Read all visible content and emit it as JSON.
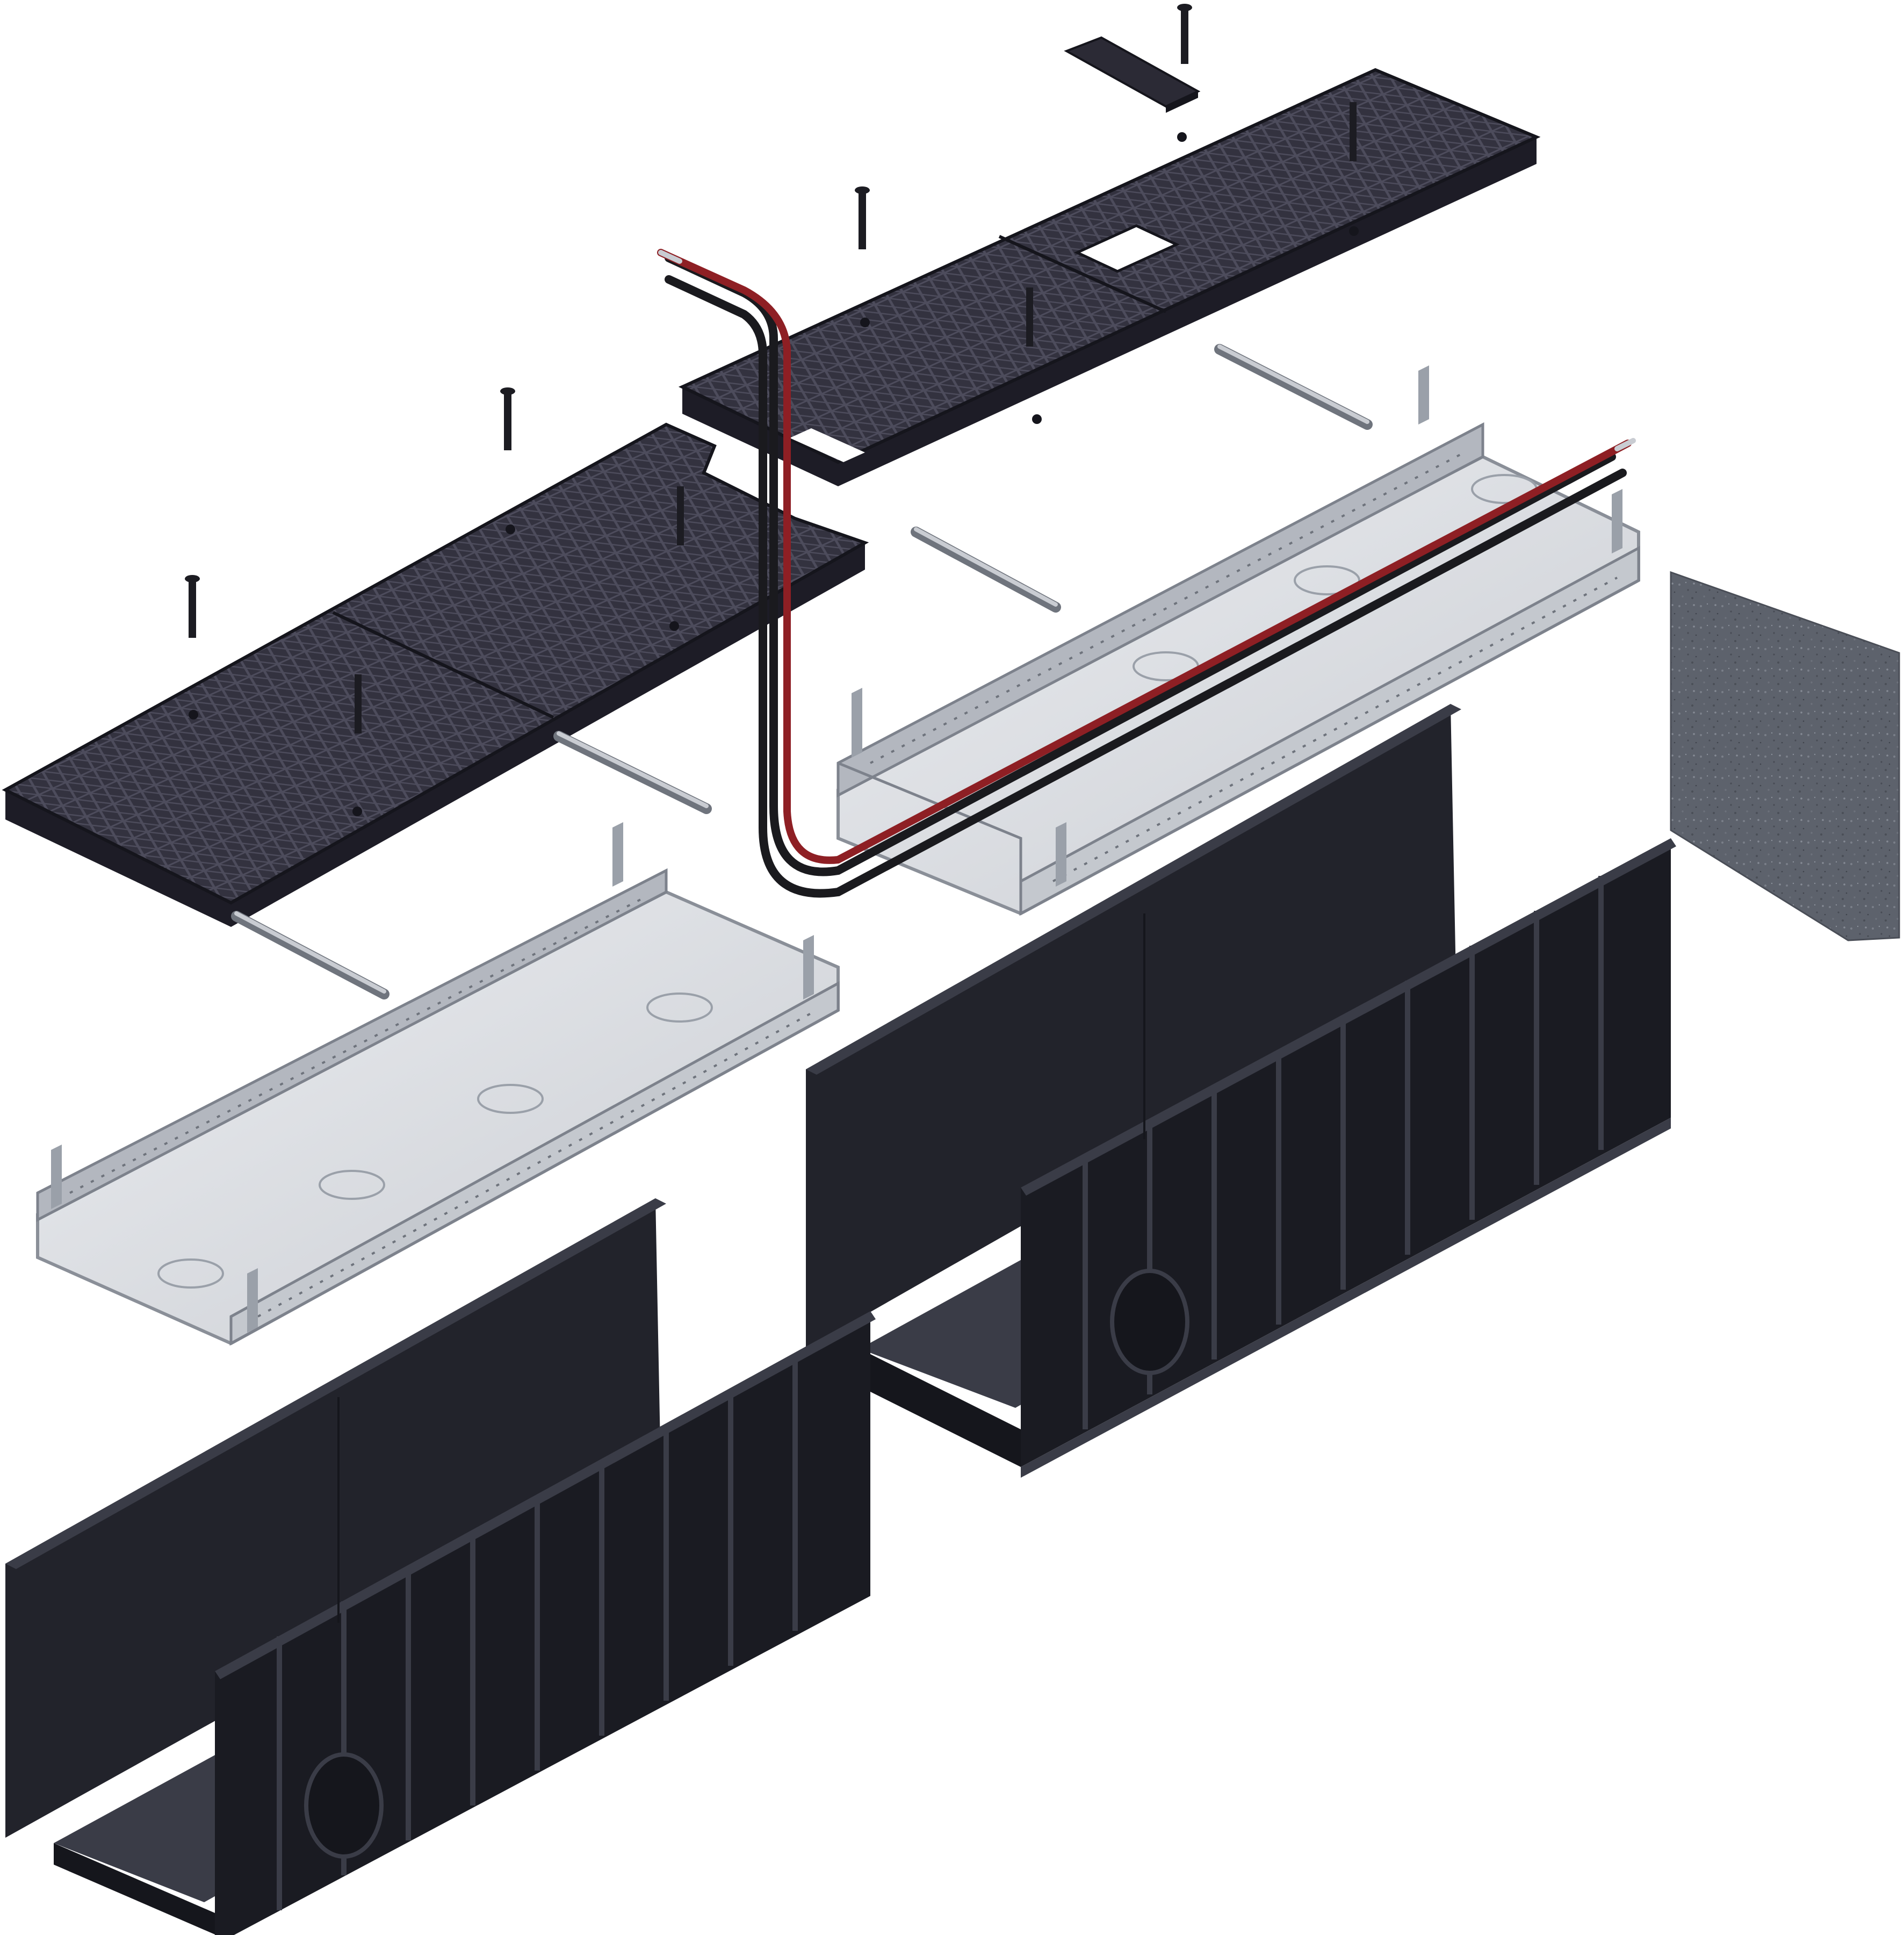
{
  "figure": {
    "kind": "exploded isometric assembly drawing",
    "printed_text": "",
    "colors": {
      "background": "#ffffff",
      "polymer_black": "#22232b",
      "polymer_shade": "#15161c",
      "polymer_edge": "#3a3c47",
      "grate_top": "#33323f",
      "grate_dark": "#1d1c26",
      "grate_pattern": "#4d4c5c",
      "steel_light": "#dcdee3",
      "steel_mid": "#b3b7bf",
      "steel_dark": "#7d828c",
      "cable_red": "#8e1f24",
      "cable_black": "#1a1a1e",
      "gasket": "#5d626c"
    },
    "components": [
      {
        "id": "grate-left",
        "type": "grating cover",
        "count": 1,
        "icon": "grate-icon"
      },
      {
        "id": "grate-right",
        "type": "grating cover with access slot",
        "count": 1,
        "icon": "grate-icon"
      },
      {
        "id": "frame-left",
        "type": "galvanized steel frame",
        "count": 1,
        "icon": "steel-frame-icon"
      },
      {
        "id": "frame-right",
        "type": "galvanized steel frame",
        "count": 1,
        "icon": "steel-frame-icon"
      },
      {
        "id": "channel-left",
        "type": "polymer drainage channel",
        "count": 1,
        "icon": "channel-icon"
      },
      {
        "id": "channel-right",
        "type": "polymer drainage channel",
        "count": 1,
        "icon": "channel-icon"
      },
      {
        "id": "cable",
        "type": "heating cable pair (red / black)",
        "count": 1,
        "icon": "cable-icon"
      },
      {
        "id": "end-plate",
        "type": "end cap plate",
        "count": 1,
        "icon": "end-cap-icon"
      },
      {
        "id": "bolts",
        "type": "fixing bolts",
        "count": 8,
        "icon": "bolt-icon"
      },
      {
        "id": "locking-bars",
        "type": "locking bars",
        "count": 4,
        "icon": "locking-bar-icon"
      },
      {
        "id": "slot-cover",
        "type": "slot cover plate",
        "count": 1,
        "icon": "slot-cover-icon"
      }
    ]
  }
}
